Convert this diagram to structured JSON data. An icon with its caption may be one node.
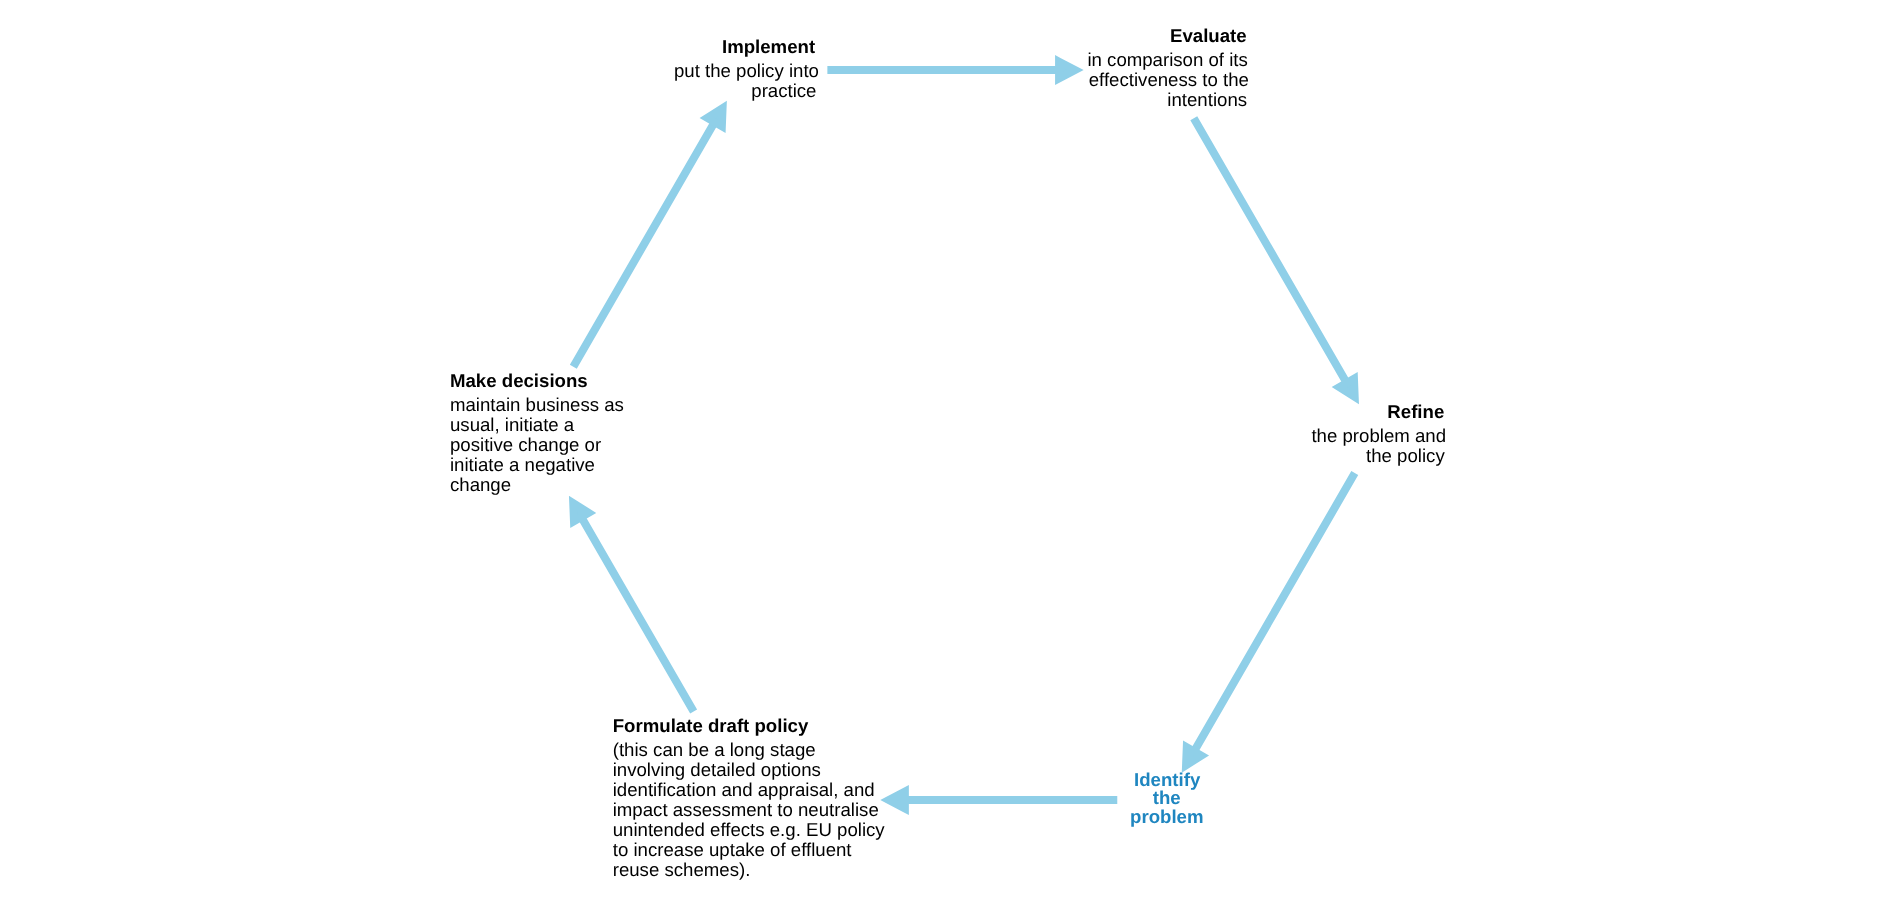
{
  "diagram": {
    "nodes": [
      {
        "text": [
          "Identify the problem"
        ]
      },
      {
        "text": [
          "Formulate draft policy",
          "(this can be a long stage involving detailed options identification and appraisal, and impact assessment to neutralise unintended effects e.g. EU policy to increase uptake of effluent reuse schemes)."
        ]
      },
      {
        "text": [
          "Make decisions",
          "maintain business as usual, initiate a positive change or initiate a negative change"
        ]
      },
      {
        "text": [
          "Implement",
          "put the policy into practice"
        ]
      },
      {
        "text": [
          "Evaluate",
          "in comparison of its effectiveness to the intentions"
        ]
      },
      {
        "text": [
          "Refine",
          "the problem and the policy"
        ]
      }
    ],
    "edges": [
      {
        "from": 0,
        "to": 1,
        "arrow": "to"
      },
      {
        "from": 1,
        "to": 2,
        "arrow": "to"
      },
      {
        "from": 2,
        "to": 3,
        "arrow": "to"
      },
      {
        "from": 3,
        "to": 4,
        "arrow": "to"
      },
      {
        "from": 4,
        "to": 5,
        "arrow": "to"
      },
      {
        "from": 5,
        "to": 0,
        "arrow": "to"
      }
    ]
  }
}
